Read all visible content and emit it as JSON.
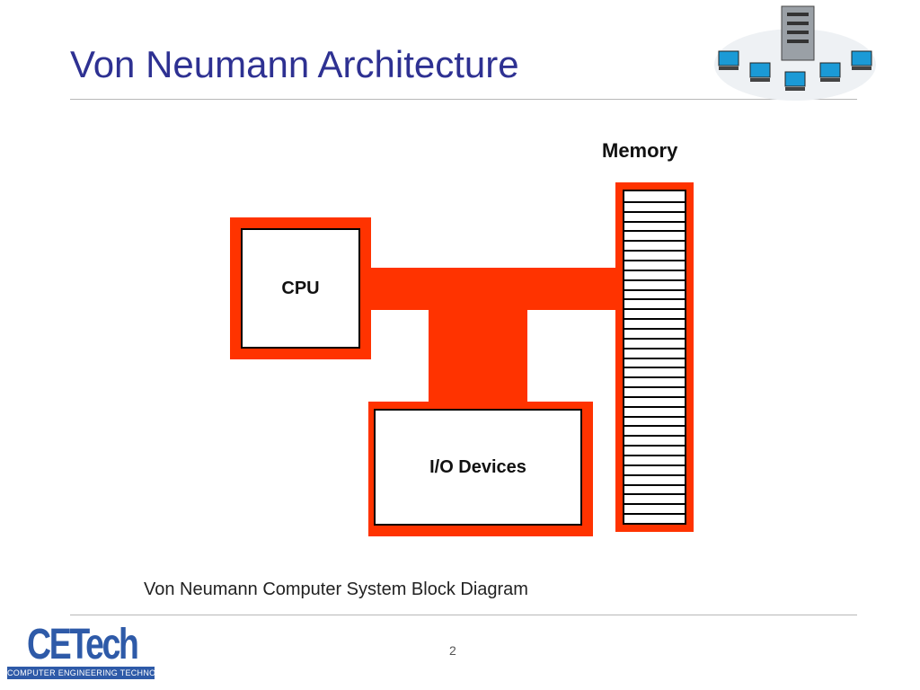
{
  "slide": {
    "title": "Von Neumann Architecture",
    "page_number": "2"
  },
  "diagram": {
    "cpu_label": "CPU",
    "io_label": "I/O Devices",
    "memory_label": "Memory",
    "caption": "Von Neumann Computer System Block Diagram",
    "memory_cell_count": 34
  },
  "logo": {
    "wordmark": "CETech",
    "tagline": "COMPUTER ENGINEERING TECHNOLOGY"
  },
  "colors": {
    "title": "#2e3192",
    "bus": "#ff3300",
    "logo_blue": "#2e5aa8"
  }
}
